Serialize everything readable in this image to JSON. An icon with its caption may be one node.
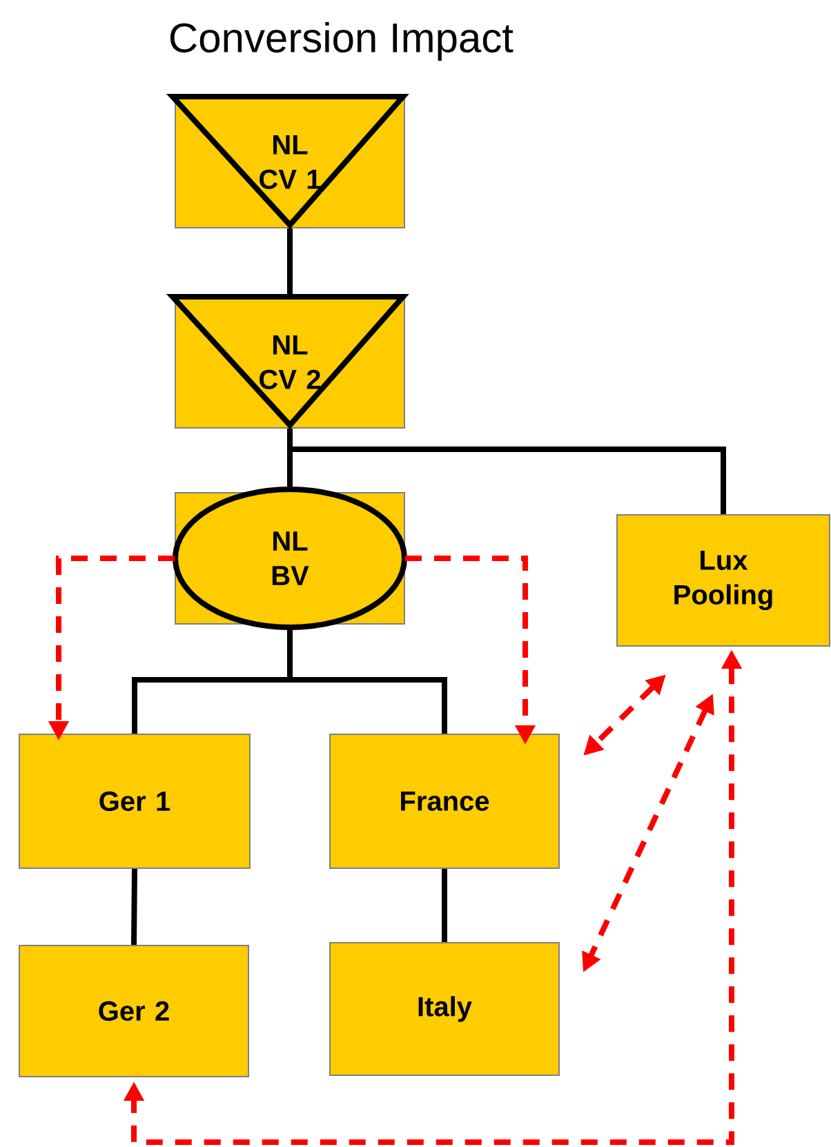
{
  "diagram": {
    "title": "Conversion Impact",
    "nodes": [
      {
        "text": [
          "NL CV 1"
        ]
      },
      {
        "text": [
          "NL CV 2"
        ]
      },
      {
        "text": [
          "NL BV"
        ]
      },
      {
        "text": [
          "Lux Pooling"
        ]
      },
      {
        "text": [
          "Ger 1"
        ]
      },
      {
        "text": [
          "France"
        ]
      },
      {
        "text": [
          "Ger 2"
        ]
      },
      {
        "text": [
          "Italy"
        ]
      }
    ],
    "edges": [
      {
        "from": 0,
        "to": 1,
        "arrow": "none"
      },
      {
        "from": 1,
        "to": 2,
        "arrow": "none"
      },
      {
        "from": 1,
        "to": 3,
        "arrow": "none"
      },
      {
        "from": 2,
        "to": 4,
        "arrow": "none"
      },
      {
        "from": 2,
        "to": 5,
        "arrow": "none"
      },
      {
        "from": 4,
        "to": 6,
        "arrow": "none"
      },
      {
        "from": 5,
        "to": 7,
        "arrow": "none"
      },
      {
        "from": 2,
        "to": 4,
        "arrow": "to",
        "style": "dashed",
        "color": "#ff0000"
      },
      {
        "from": 2,
        "to": 5,
        "arrow": "to",
        "style": "dashed",
        "color": "#ff0000"
      },
      {
        "from": 3,
        "to": 5,
        "arrow": "both",
        "style": "dashed",
        "color": "#ff0000"
      },
      {
        "from": 3,
        "to": 7,
        "arrow": "both",
        "style": "dashed",
        "color": "#ff0000"
      },
      {
        "from": 3,
        "to": 6,
        "arrow": "both",
        "style": "dashed",
        "color": "#ff0000"
      }
    ]
  }
}
